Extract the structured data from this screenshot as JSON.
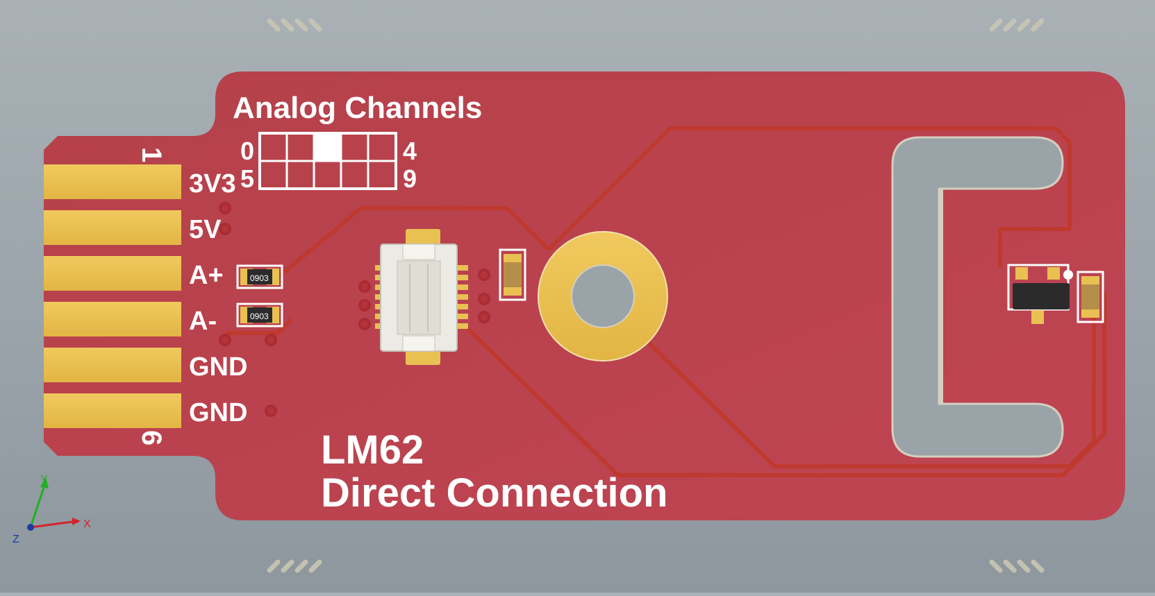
{
  "board": {
    "title": "Analog Channels",
    "channel_grid": {
      "row1_start": "0",
      "row1_end": "4",
      "row2_start": "5",
      "row2_end": "9",
      "selected_cell": "2"
    },
    "pin_markers": {
      "top": "1",
      "bottom": "6"
    },
    "pads": [
      {
        "label": "3V3"
      },
      {
        "label": "5V"
      },
      {
        "label": "A+"
      },
      {
        "label": "A-"
      },
      {
        "label": "GND"
      },
      {
        "label": "GND"
      }
    ],
    "resistors": [
      {
        "code": "0903"
      },
      {
        "code": "0903"
      }
    ],
    "sensor_name": "LM62",
    "sensor_desc": "Direct Connection"
  },
  "axes": {
    "x": "X",
    "y": "Y",
    "z": "Z"
  },
  "colors": {
    "board": "#b9414a",
    "trace": "#c0392b",
    "gold": "#e9c052",
    "silkscreen": "#ffffff",
    "background": "#9aa4a9"
  }
}
